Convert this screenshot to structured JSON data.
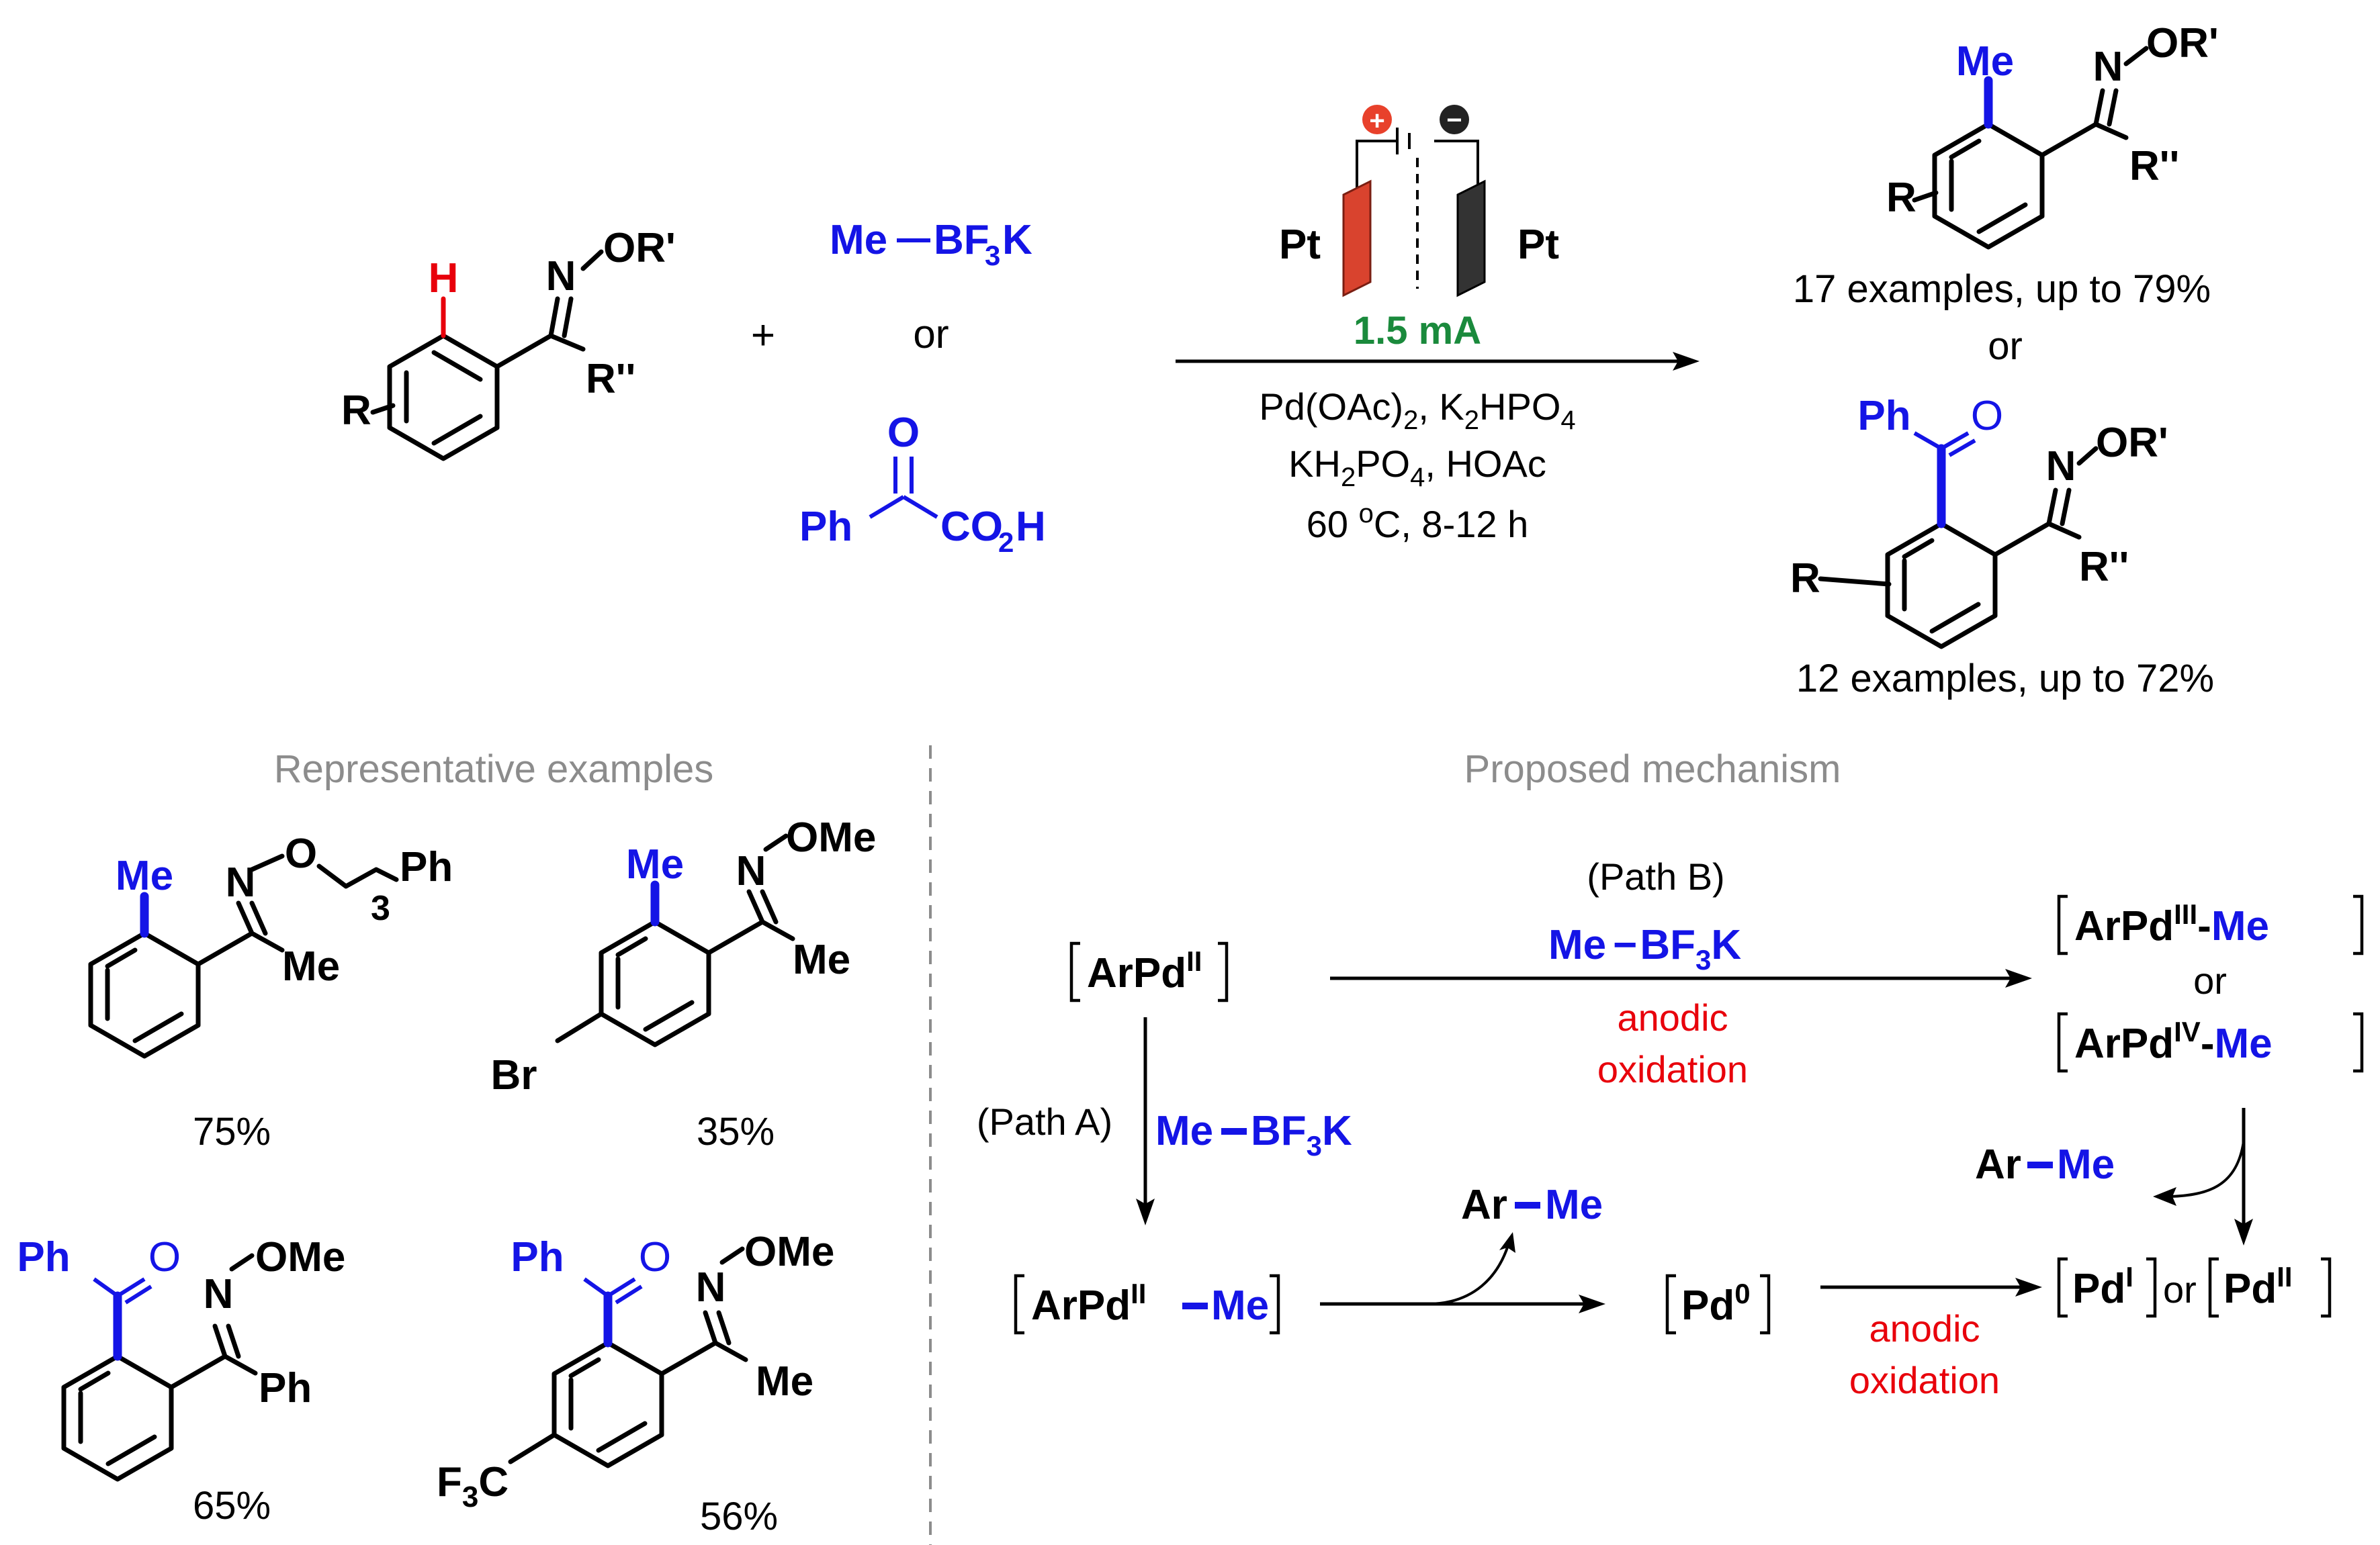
{
  "reaction": {
    "h_label": "H",
    "n_label": "N",
    "or_prime": "OR'",
    "r_label": "R",
    "r_dprime": "R''",
    "plus": "+",
    "reagent1": {
      "me": "Me",
      "bf3k": "BF",
      "sub3": "3",
      "k": "K"
    },
    "or_text": "or",
    "reagent2": {
      "o": "O",
      "ph": "Ph",
      "co2h_c": "CO",
      "sub2": "2",
      "co2h_h": "H"
    },
    "electrode_left": "Pt",
    "electrode_right": "Pt",
    "plus_sign": "+",
    "minus_sign": "−",
    "current": "1.5 mA",
    "cond1": "Pd(OAc)",
    "cond1_sub": "2",
    "cond1_b": ", K",
    "cond1_sub2": "2",
    "cond1_c": "HPO",
    "cond1_sub3": "4",
    "cond2_a": "KH",
    "cond2_sub": "2",
    "cond2_b": "PO",
    "cond2_sub2": "4",
    "cond2_c": ", HOAc",
    "cond3_a": "60 ",
    "cond3_sup": "o",
    "cond3_b": "C, 8-12 h",
    "product1": {
      "me": "Me",
      "n": "N",
      "or": "OR'",
      "r": "R",
      "r2": "R''",
      "caption": "17 examples, up to 79%"
    },
    "or_between": "or",
    "product2": {
      "ph": "Ph",
      "o": "O",
      "n": "N",
      "or": "OR'",
      "r": "R",
      "r2": "R''",
      "caption": "12 examples, up to 72%"
    }
  },
  "examples": {
    "heading": "Representative examples",
    "ex1": {
      "me": "Me",
      "n": "N",
      "o": "O",
      "sub": "3",
      "ph": "Ph",
      "me2": "Me",
      "yield": "75%"
    },
    "ex2": {
      "me": "Me",
      "n": "N",
      "ome": "OMe",
      "me2": "Me",
      "br": "Br",
      "yield": "35%"
    },
    "ex3": {
      "ph": "Ph",
      "o": "O",
      "n": "N",
      "ome": "OMe",
      "ph2": "Ph",
      "yield": "65%"
    },
    "ex4": {
      "ph": "Ph",
      "o": "O",
      "n": "N",
      "ome": "OMe",
      "me": "Me",
      "f3c": "F",
      "f3c_sub": "3",
      "f3c_c": "C",
      "yield": "56%"
    }
  },
  "mechanism": {
    "heading": "Proposed mechanism",
    "path_b": "(Path B)",
    "path_a": "(Path A)",
    "arpd": "ArPd",
    "sup_ii": "II",
    "sup_iii": "III",
    "sup_iv": "IV",
    "sup_0": "0",
    "sup_i": "I",
    "me": "Me",
    "dash": "-",
    "reagent_me": "Me",
    "reagent_bf": "BF",
    "reagent_sub": "3",
    "reagent_k": "K",
    "anodic": "anodic",
    "oxidation": "oxidation",
    "or": "or",
    "ar": "Ar",
    "pd": "Pd"
  }
}
